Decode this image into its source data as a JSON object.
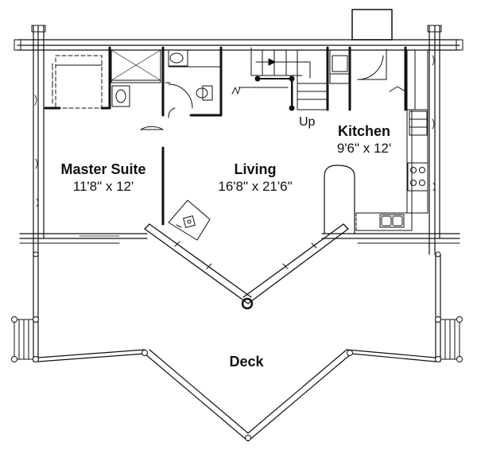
{
  "rooms": {
    "master_suite": {
      "name": "Master Suite",
      "dims": "11'8\" x 12'"
    },
    "living": {
      "name": "Living",
      "dims": "16'8\" x 21'6\""
    },
    "kitchen": {
      "name": "Kitchen",
      "dims": "9'6\" x 12'"
    },
    "deck": {
      "name": "Deck"
    }
  },
  "stairs": {
    "direction_label": "Up"
  },
  "colors": {
    "line": "#111111",
    "background": "#ffffff"
  }
}
